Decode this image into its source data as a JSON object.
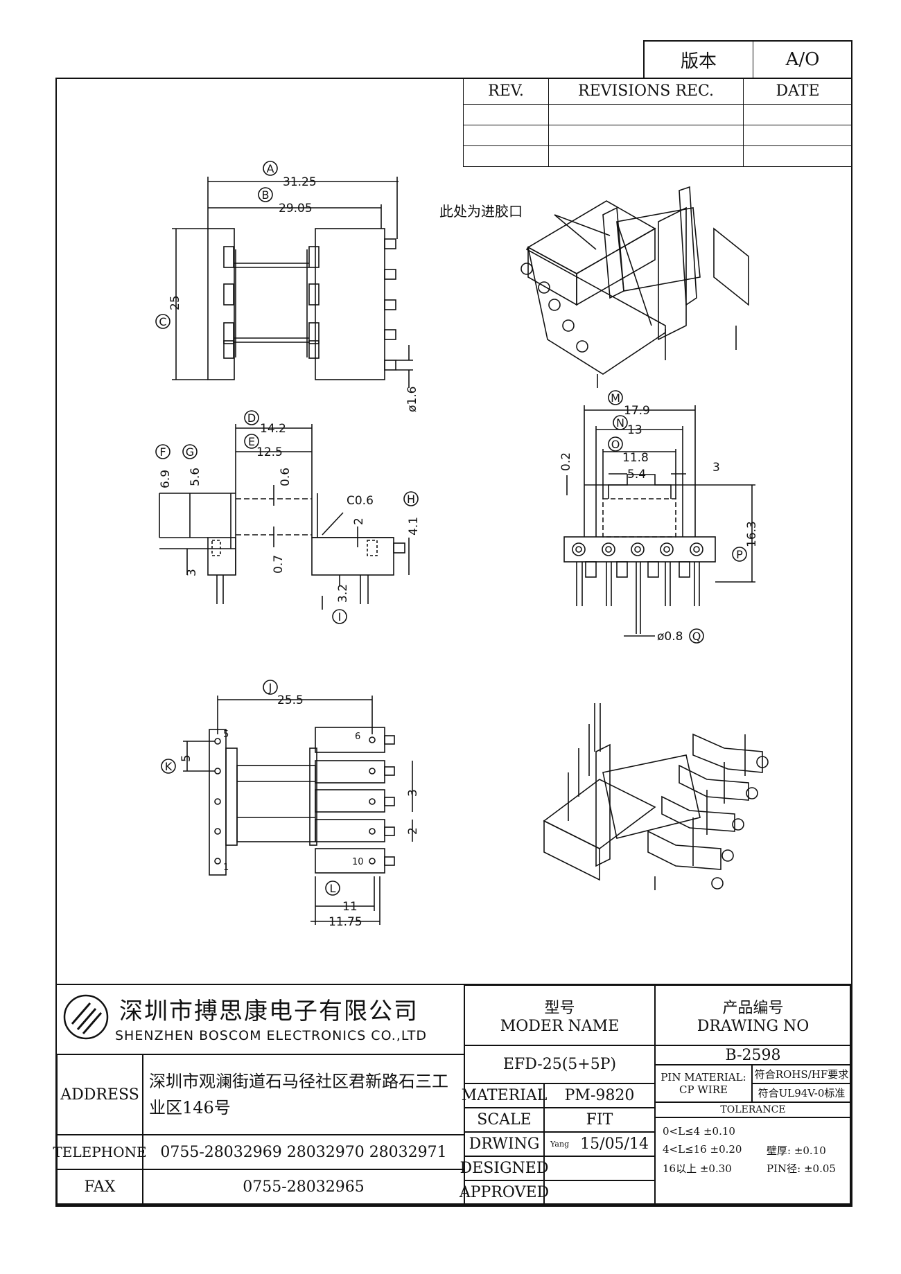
{
  "version": {
    "label": "版本",
    "value": "A/O"
  },
  "revisions": {
    "headers": [
      "REV.",
      "REVISIONS REC.",
      "DATE"
    ],
    "rows": [
      [
        "",
        "",
        ""
      ],
      [
        "",
        "",
        ""
      ],
      [
        "",
        "",
        ""
      ]
    ]
  },
  "callout": "此处为进胶口",
  "dimensions": {
    "top_view": {
      "A": "31.25",
      "B": "29.05",
      "C": "25",
      "pin_dia": "ø1.6"
    },
    "side_view": {
      "D": "14.2",
      "E": "12.5",
      "F": "6.9",
      "G": "5.6",
      "H": "4.1",
      "I": "3.2",
      "t06": "0.6",
      "t07": "0.7",
      "t3": "3",
      "t2": "2",
      "chamfer": "C0.6"
    },
    "front_view": {
      "M": "17.9",
      "N": "13",
      "O": "11.8",
      "slot": "5.4",
      "s02": "0.2",
      "s3": "3",
      "P": "16.3",
      "Q": "ø0.8"
    },
    "bottom_view": {
      "J": "25.5",
      "K": "5",
      "L": "11",
      "L2": "11.75",
      "p3": "3",
      "p2": "2",
      "pin5": "5",
      "pin1": "1",
      "pin6": "6",
      "pin10": "10"
    }
  },
  "company": {
    "name_cn": "深圳市搏思康电子有限公司",
    "name_en": "SHENZHEN BOSCOM ELECTRONICS CO.,LTD"
  },
  "title_block": {
    "model_label_cn": "型号",
    "model_label_en": "MODER NAME",
    "model_value": "EFD-25(5+5P)",
    "drawing_no_label_cn": "产品编号",
    "drawing_no_label_en": "DRAWING NO",
    "drawing_no_value": "B-2598",
    "address_label": "ADDRESS",
    "address_value": "深圳市观澜街道石马径社区君新路石三工业区146号",
    "telephone_label": "TELEPHONE",
    "telephone_value": "0755-28032969 28032970 28032971",
    "fax_label": "FAX",
    "fax_value": "0755-28032965",
    "material_label": "MATERIAL",
    "material_value": "PM-9820",
    "scale_label": "SCALE",
    "scale_value": "FIT",
    "drawing_label": "DRWING",
    "drawing_author": "Yang",
    "drawing_date": "15/05/14",
    "designed_label": "DESIGNED",
    "approved_label": "APPROVED",
    "pin_material_label": "PIN MATERIAL:",
    "pin_material_value": "CP WIRE",
    "rohs": "符合ROHS/HF要求",
    "ul": "符合UL94V-0标准",
    "tolerance_label": "TOLERANCE",
    "tol1": "0<L≤4  ±0.10",
    "tol2": "4<L≤16  ±0.20",
    "tol3": "16以上    ±0.30",
    "wall": "壁厚:  ±0.10",
    "pin_dia": "PIN径: ±0.05"
  }
}
